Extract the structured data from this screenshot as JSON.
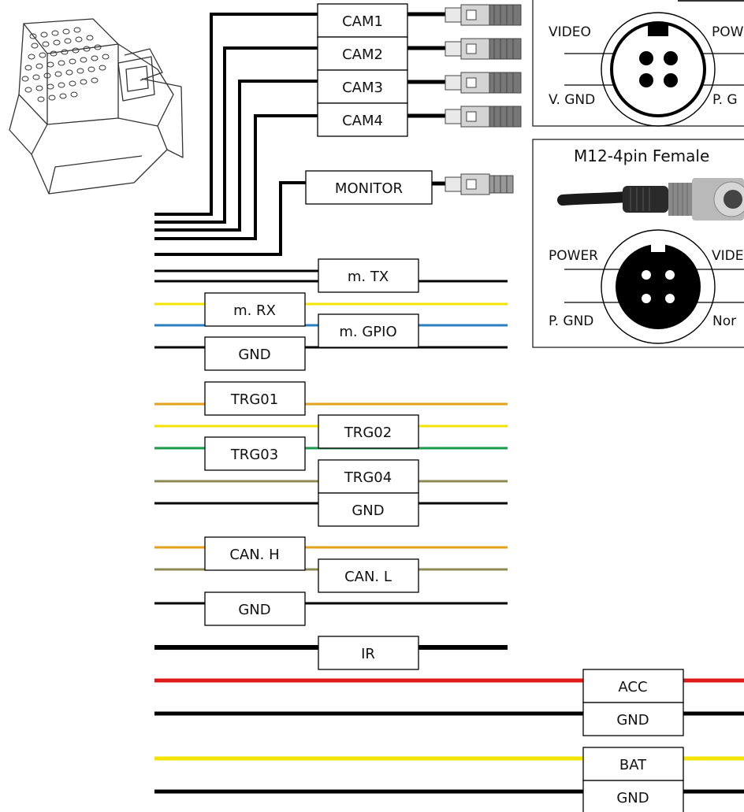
{
  "colors": {
    "black": "#000000",
    "yellow": "#f2e400",
    "blue": "#2a7fbf",
    "orange": "#e3a11c",
    "green": "#1a9a4a",
    "olive": "#8e8a55",
    "red": "#e01a1a"
  },
  "camera_labels": {
    "cam1": "CAM1",
    "cam2": "CAM2",
    "cam3": "CAM3",
    "cam4": "CAM4",
    "monitor": "MONITOR"
  },
  "signal_labels": {
    "m_tx": "m. TX",
    "m_rx": "m. RX",
    "m_gpio": "m. GPIO",
    "gnd1": "GND",
    "trg01": "TRG01",
    "trg02": "TRG02",
    "trg03": "TRG03",
    "trg04": "TRG04",
    "gnd2": "GND",
    "can_h": "CAN. H",
    "can_l": "CAN. L",
    "gnd3": "GND",
    "ir": "IR",
    "acc": "ACC",
    "gnd4": "GND",
    "bat": "BAT",
    "gnd5": "GND"
  },
  "male_pinout": {
    "video": "VIDEO",
    "power": "POW",
    "v_gnd": "V. GND",
    "p_gnd": "P. G"
  },
  "female_pinout": {
    "title": "M12-4pin Female",
    "power": "POWER",
    "video": "VIDE",
    "p_gnd": "P. GND",
    "none": "Nor"
  }
}
